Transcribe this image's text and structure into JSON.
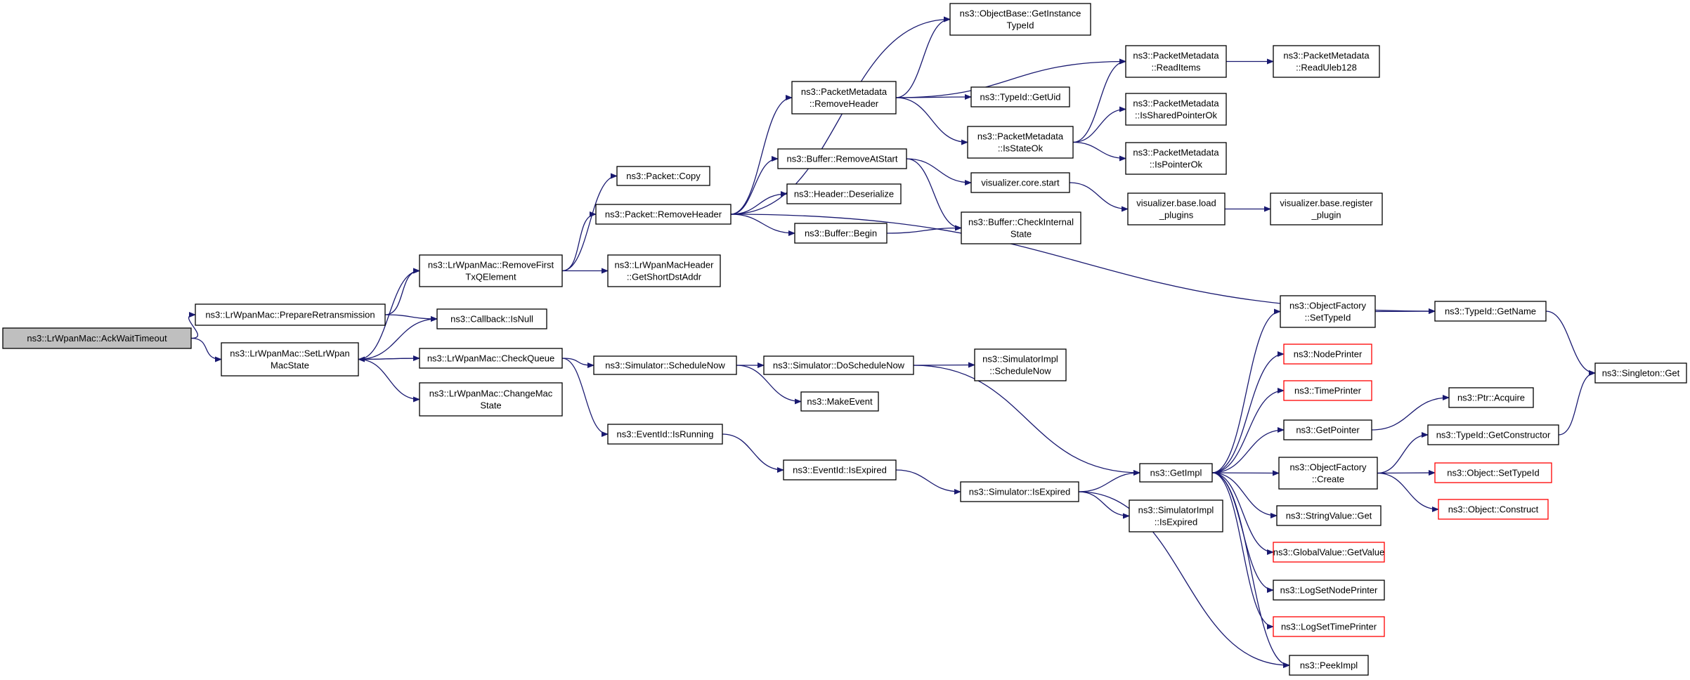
{
  "colors": {
    "edge": "#191970",
    "border_normal": "#000000",
    "border_truncated": "#ff0000",
    "fill_normal": "#ffffff",
    "fill_root": "#bfbfbf"
  },
  "nodes": [
    {
      "id": "ackwait",
      "lines": [
        "ns3::LrWpanMac::AckWaitTimeout"
      ],
      "kind": "root"
    },
    {
      "id": "prepare",
      "lines": [
        "ns3::LrWpanMac::PrepareRetransmission"
      ],
      "kind": "normal"
    },
    {
      "id": "setstate",
      "lines": [
        "ns3::LrWpanMac::SetLrWpan",
        "MacState"
      ],
      "kind": "normal"
    },
    {
      "id": "removefirst",
      "lines": [
        "ns3::LrWpanMac::RemoveFirst",
        "TxQElement"
      ],
      "kind": "normal"
    },
    {
      "id": "isnull",
      "lines": [
        "ns3::Callback::IsNull"
      ],
      "kind": "normal"
    },
    {
      "id": "checkqueue",
      "lines": [
        "ns3::LrWpanMac::CheckQueue"
      ],
      "kind": "normal"
    },
    {
      "id": "changemac",
      "lines": [
        "ns3::LrWpanMac::ChangeMac",
        "State"
      ],
      "kind": "normal"
    },
    {
      "id": "pcopy",
      "lines": [
        "ns3::Packet::Copy"
      ],
      "kind": "normal"
    },
    {
      "id": "premoveheader",
      "lines": [
        "ns3::Packet::RemoveHeader"
      ],
      "kind": "normal"
    },
    {
      "id": "getshort",
      "lines": [
        "ns3::LrWpanMacHeader",
        "::GetShortDstAddr"
      ],
      "kind": "normal"
    },
    {
      "id": "schednow",
      "lines": [
        "ns3::Simulator::ScheduleNow"
      ],
      "kind": "normal"
    },
    {
      "id": "isrunning",
      "lines": [
        "ns3::EventId::IsRunning"
      ],
      "kind": "normal"
    },
    {
      "id": "pmremove",
      "lines": [
        "ns3::PacketMetadata",
        "::RemoveHeader"
      ],
      "kind": "normal"
    },
    {
      "id": "bufremove",
      "lines": [
        "ns3::Buffer::RemoveAtStart"
      ],
      "kind": "normal"
    },
    {
      "id": "hdrdeser",
      "lines": [
        "ns3::Header::Deserialize"
      ],
      "kind": "normal"
    },
    {
      "id": "bufbegin",
      "lines": [
        "ns3::Buffer::Begin"
      ],
      "kind": "normal"
    },
    {
      "id": "dosched",
      "lines": [
        "ns3::Simulator::DoScheduleNow"
      ],
      "kind": "normal"
    },
    {
      "id": "makeevent",
      "lines": [
        "ns3::MakeEvent"
      ],
      "kind": "normal"
    },
    {
      "id": "isexpired",
      "lines": [
        "ns3::EventId::IsExpired"
      ],
      "kind": "normal"
    },
    {
      "id": "getinstance",
      "lines": [
        "ns3::ObjectBase::GetInstance",
        "TypeId"
      ],
      "kind": "normal"
    },
    {
      "id": "getuid",
      "lines": [
        "ns3::TypeId::GetUid"
      ],
      "kind": "normal"
    },
    {
      "id": "isstateok",
      "lines": [
        "ns3::PacketMetadata",
        "::IsStateOk"
      ],
      "kind": "normal"
    },
    {
      "id": "vizstart",
      "lines": [
        "visualizer.core.start"
      ],
      "kind": "normal"
    },
    {
      "id": "checkinternal",
      "lines": [
        "ns3::Buffer::CheckInternal",
        "State"
      ],
      "kind": "normal"
    },
    {
      "id": "siminstimpl",
      "lines": [
        "ns3::SimulatorImpl",
        "::ScheduleNow"
      ],
      "kind": "normal"
    },
    {
      "id": "simisexpired",
      "lines": [
        "ns3::Simulator::IsExpired"
      ],
      "kind": "normal"
    },
    {
      "id": "readitems",
      "lines": [
        "ns3::PacketMetadata",
        "::ReadItems"
      ],
      "kind": "normal"
    },
    {
      "id": "issharedptr",
      "lines": [
        "ns3::PacketMetadata",
        "::IsSharedPointerOk"
      ],
      "kind": "normal"
    },
    {
      "id": "ispointerok",
      "lines": [
        "ns3::PacketMetadata",
        "::IsPointerOk"
      ],
      "kind": "normal"
    },
    {
      "id": "vizload",
      "lines": [
        "visualizer.base.load",
        "_plugins"
      ],
      "kind": "normal"
    },
    {
      "id": "getimpl",
      "lines": [
        "ns3::GetImpl"
      ],
      "kind": "normal"
    },
    {
      "id": "simimplexp",
      "lines": [
        "ns3::SimulatorImpl",
        "::IsExpired"
      ],
      "kind": "normal"
    },
    {
      "id": "readuleb",
      "lines": [
        "ns3::PacketMetadata",
        "::ReadUleb128"
      ],
      "kind": "normal"
    },
    {
      "id": "vizreg",
      "lines": [
        "visualizer.base.register",
        "_plugin"
      ],
      "kind": "normal"
    },
    {
      "id": "ofsettypeid",
      "lines": [
        "ns3::ObjectFactory",
        "::SetTypeId"
      ],
      "kind": "normal"
    },
    {
      "id": "nodeprinter",
      "lines": [
        "ns3::NodePrinter"
      ],
      "kind": "truncated"
    },
    {
      "id": "timeprinter",
      "lines": [
        "ns3::TimePrinter"
      ],
      "kind": "truncated"
    },
    {
      "id": "getpointer",
      "lines": [
        "ns3::GetPointer"
      ],
      "kind": "normal"
    },
    {
      "id": "ofcreate",
      "lines": [
        "ns3::ObjectFactory",
        "::Create"
      ],
      "kind": "normal"
    },
    {
      "id": "strvalget",
      "lines": [
        "ns3::StringValue::Get"
      ],
      "kind": "normal"
    },
    {
      "id": "globalval",
      "lines": [
        "ns3::GlobalValue::GetValue"
      ],
      "kind": "truncated"
    },
    {
      "id": "logsetnode",
      "lines": [
        "ns3::LogSetNodePrinter"
      ],
      "kind": "normal"
    },
    {
      "id": "logsettime",
      "lines": [
        "ns3::LogSetTimePrinter"
      ],
      "kind": "truncated"
    },
    {
      "id": "peekimpl",
      "lines": [
        "ns3::PeekImpl"
      ],
      "kind": "normal"
    },
    {
      "id": "getname",
      "lines": [
        "ns3::TypeId::GetName"
      ],
      "kind": "normal"
    },
    {
      "id": "ptracquire",
      "lines": [
        "ns3::Ptr::Acquire"
      ],
      "kind": "normal"
    },
    {
      "id": "getctor",
      "lines": [
        "ns3::TypeId::GetConstructor"
      ],
      "kind": "normal"
    },
    {
      "id": "objsettypeid",
      "lines": [
        "ns3::Object::SetTypeId"
      ],
      "kind": "truncated"
    },
    {
      "id": "objconstruct",
      "lines": [
        "ns3::Object::Construct"
      ],
      "kind": "truncated"
    },
    {
      "id": "singletonget",
      "lines": [
        "ns3::Singleton::Get"
      ],
      "kind": "normal"
    }
  ],
  "edges": [
    [
      "ackwait",
      "prepare"
    ],
    [
      "ackwait",
      "setstate"
    ],
    [
      "prepare",
      "removefirst"
    ],
    [
      "prepare",
      "isnull"
    ],
    [
      "setstate",
      "removefirst"
    ],
    [
      "setstate",
      "isnull"
    ],
    [
      "setstate",
      "checkqueue"
    ],
    [
      "setstate",
      "changemac"
    ],
    [
      "checkqueue",
      "setstate"
    ],
    [
      "checkqueue",
      "schednow"
    ],
    [
      "checkqueue",
      "isrunning"
    ],
    [
      "removefirst",
      "pcopy"
    ],
    [
      "removefirst",
      "premoveheader"
    ],
    [
      "removefirst",
      "getshort"
    ],
    [
      "premoveheader",
      "getinstance"
    ],
    [
      "premoveheader",
      "pmremove"
    ],
    [
      "premoveheader",
      "bufremove"
    ],
    [
      "premoveheader",
      "hdrdeser"
    ],
    [
      "premoveheader",
      "bufbegin"
    ],
    [
      "premoveheader",
      "getname"
    ],
    [
      "pmremove",
      "getinstance"
    ],
    [
      "pmremove",
      "readitems"
    ],
    [
      "pmremove",
      "getuid"
    ],
    [
      "pmremove",
      "isstateok"
    ],
    [
      "isstateok",
      "readitems"
    ],
    [
      "isstateok",
      "issharedptr"
    ],
    [
      "isstateok",
      "ispointerok"
    ],
    [
      "readitems",
      "readuleb"
    ],
    [
      "bufremove",
      "vizstart"
    ],
    [
      "bufremove",
      "checkinternal"
    ],
    [
      "bufbegin",
      "checkinternal"
    ],
    [
      "vizstart",
      "vizload"
    ],
    [
      "vizload",
      "vizreg"
    ],
    [
      "schednow",
      "dosched"
    ],
    [
      "schednow",
      "makeevent"
    ],
    [
      "dosched",
      "siminstimpl"
    ],
    [
      "dosched",
      "getimpl"
    ],
    [
      "isrunning",
      "isexpired"
    ],
    [
      "isexpired",
      "simisexpired"
    ],
    [
      "simisexpired",
      "getimpl"
    ],
    [
      "simisexpired",
      "simimplexp"
    ],
    [
      "simisexpired",
      "peekimpl"
    ],
    [
      "getimpl",
      "ofsettypeid"
    ],
    [
      "getimpl",
      "nodeprinter"
    ],
    [
      "getimpl",
      "timeprinter"
    ],
    [
      "getimpl",
      "getpointer"
    ],
    [
      "getimpl",
      "ofcreate"
    ],
    [
      "getimpl",
      "strvalget"
    ],
    [
      "getimpl",
      "globalval"
    ],
    [
      "getimpl",
      "logsetnode"
    ],
    [
      "getimpl",
      "logsettime"
    ],
    [
      "getimpl",
      "peekimpl"
    ],
    [
      "ofsettypeid",
      "getname"
    ],
    [
      "getname",
      "singletonget"
    ],
    [
      "getpointer",
      "ptracquire"
    ],
    [
      "ofcreate",
      "getctor"
    ],
    [
      "ofcreate",
      "objsettypeid"
    ],
    [
      "ofcreate",
      "objconstruct"
    ],
    [
      "getctor",
      "singletonget"
    ]
  ]
}
